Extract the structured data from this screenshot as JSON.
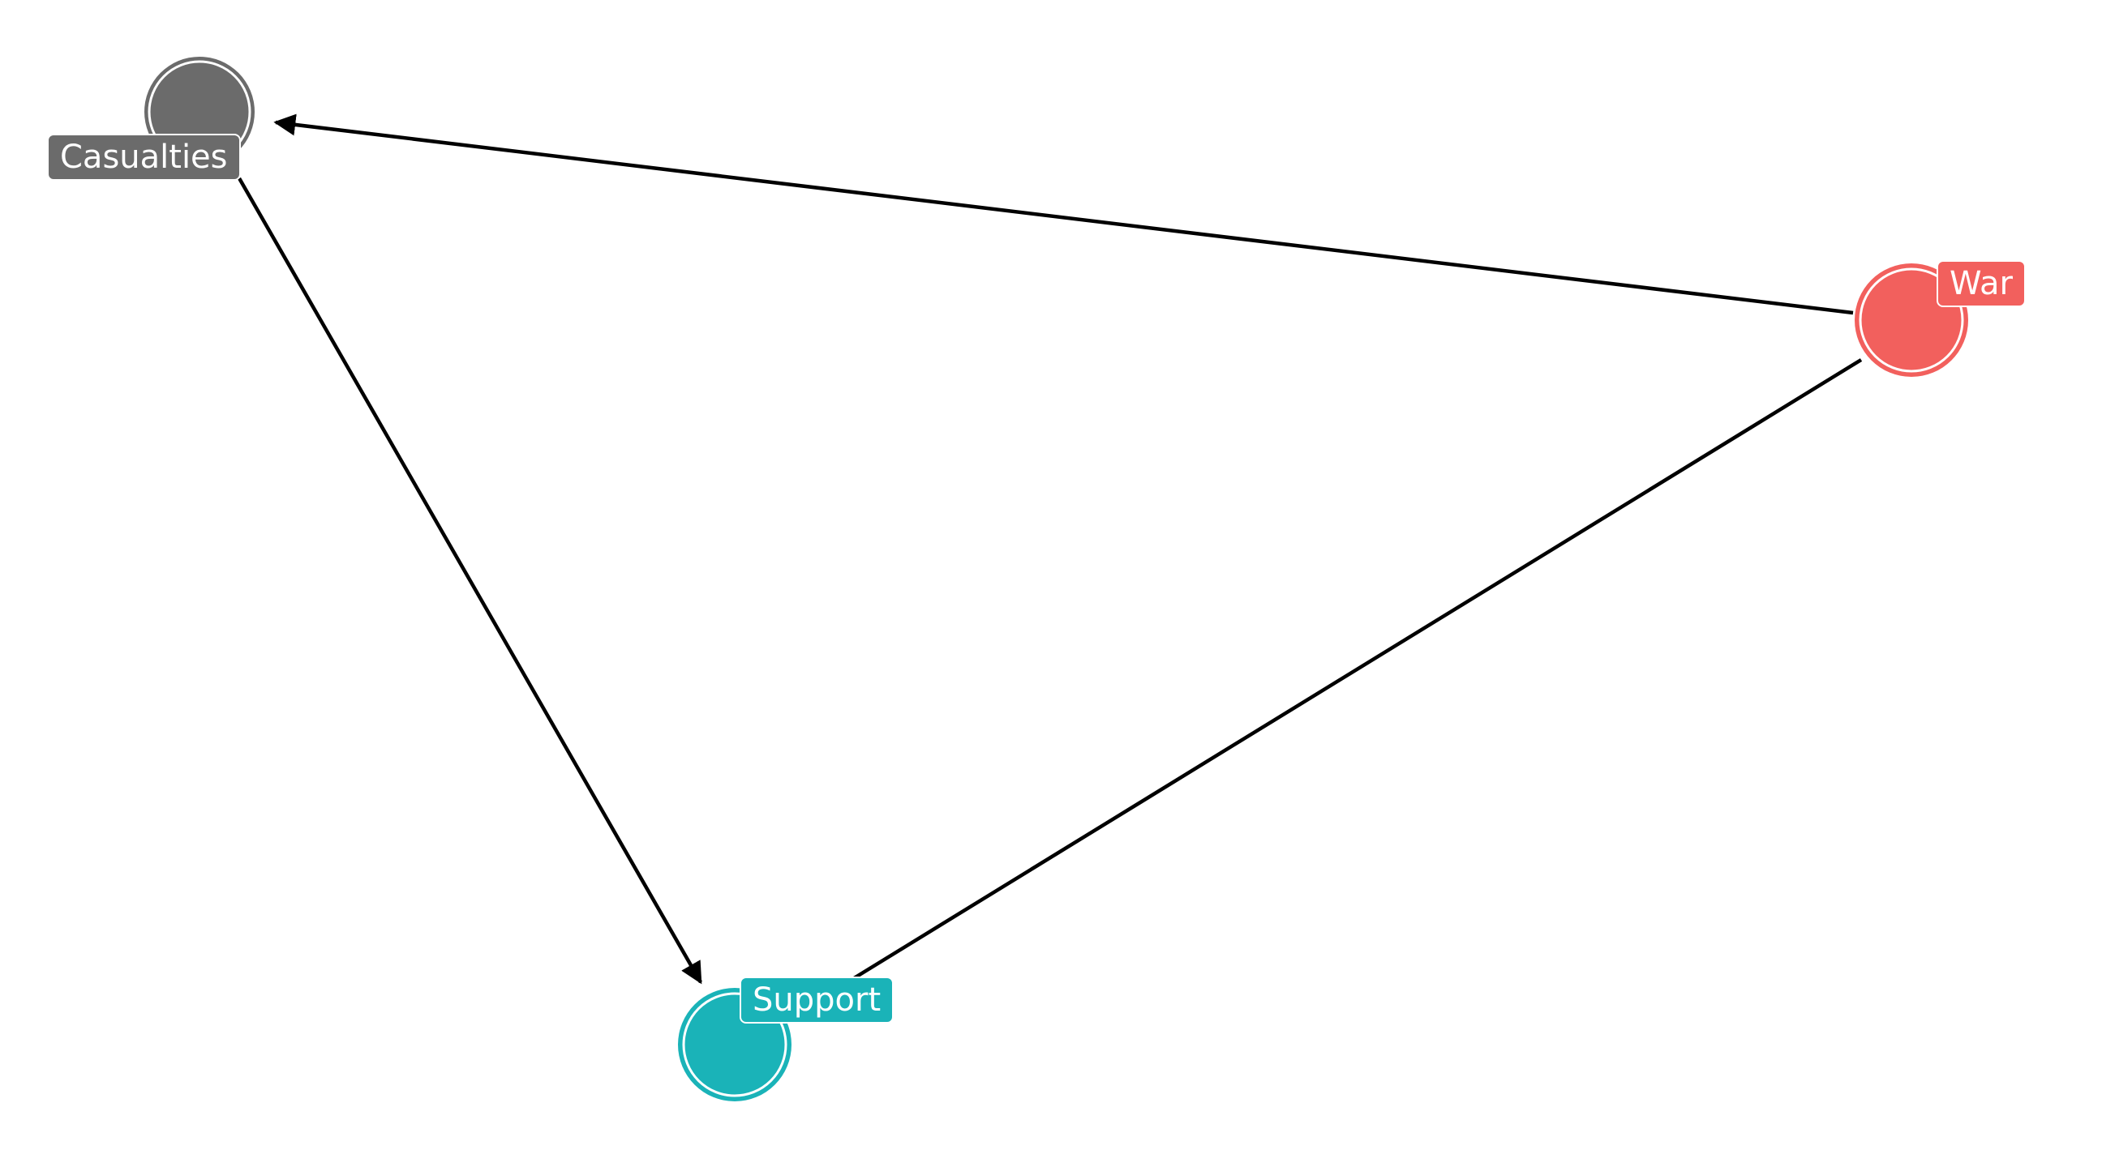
{
  "nodes": [
    {
      "id": "casualties",
      "label": "Casualties",
      "color": "#6b6b6b"
    },
    {
      "id": "war",
      "label": "War",
      "color": "#f2605d"
    },
    {
      "id": "support",
      "label": "Support",
      "color": "#1ab3b8"
    }
  ],
  "edges": [
    {
      "from": "war",
      "to": "casualties",
      "directed": true
    },
    {
      "from": "casualties",
      "to": "support",
      "directed": true
    },
    {
      "from": "war",
      "to": "support",
      "directed": false
    }
  ]
}
